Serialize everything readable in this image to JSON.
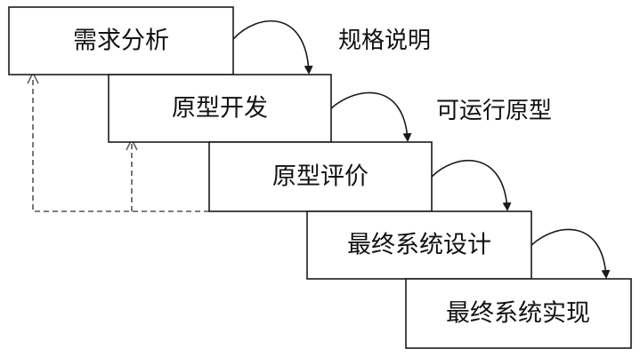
{
  "stages": [
    {
      "id": "requirements-analysis",
      "label": "需求分析"
    },
    {
      "id": "prototype-development",
      "label": "原型开发"
    },
    {
      "id": "prototype-evaluation",
      "label": "原型评价"
    },
    {
      "id": "final-system-design",
      "label": "最终系统设计"
    },
    {
      "id": "final-system-implementation",
      "label": "最终系统实现"
    }
  ],
  "outputs": [
    {
      "id": "specification",
      "label": "规格说明"
    },
    {
      "id": "runnable-prototype",
      "label": "可运行原型"
    }
  ],
  "colors": {
    "box_stroke": "#1a1a1a",
    "dashed_feedback": "#555555",
    "text": "#111111",
    "background": "#ffffff"
  }
}
